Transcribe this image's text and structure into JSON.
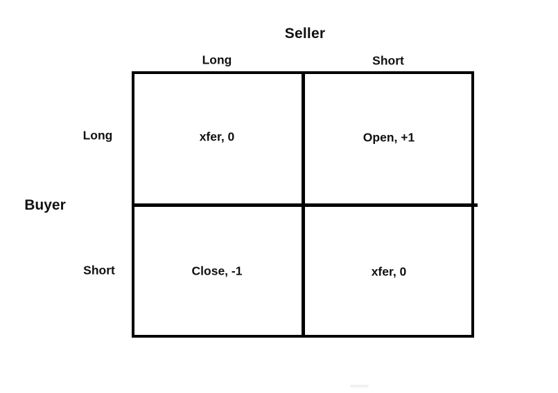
{
  "diagram": {
    "title": "Seller",
    "col_headers": [
      "Long",
      "Short"
    ],
    "row_axis_label": "Buyer",
    "row_headers": [
      "Long",
      "Short"
    ],
    "cells": [
      [
        "xfer, 0",
        "Open, +1"
      ],
      [
        "Close, -1",
        "xfer, 0"
      ]
    ],
    "colors": {
      "line": "#000000",
      "text": "#111111",
      "background": "#ffffff"
    }
  }
}
